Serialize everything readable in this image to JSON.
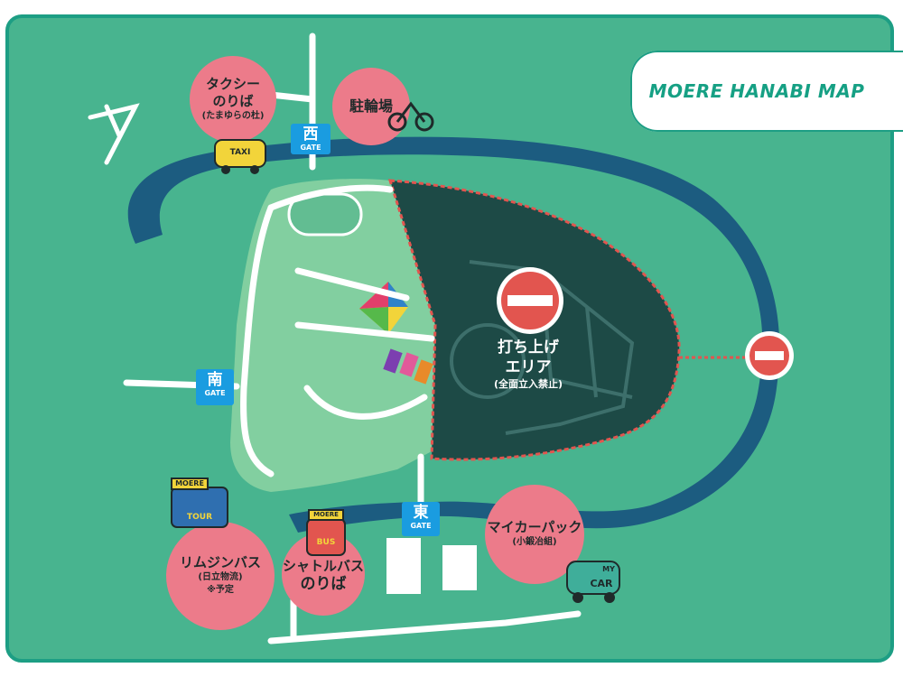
{
  "map": {
    "title": "MOERE HANABI MAP",
    "gates": {
      "west": {
        "kanji": "西",
        "en": "GATE"
      },
      "south": {
        "kanji": "南",
        "en": "GATE"
      },
      "east": {
        "kanji": "東",
        "en": "GATE"
      }
    },
    "launch_area": {
      "line1": "打ち上げ",
      "line2": "エリア",
      "note": "(全面立入禁止)"
    },
    "bubbles": {
      "taxi": {
        "line1": "タクシー",
        "line2": "のりば",
        "sub": "(たまゆらの杜)"
      },
      "bicycle": {
        "line1": "駐輪場"
      },
      "limousine": {
        "line1": "リムジンバス",
        "sub": "(日立物流)",
        "note": "※予定"
      },
      "shuttle": {
        "line1": "シャトルバス",
        "line2": "のりば"
      },
      "parking": {
        "line1": "マイカーパック",
        "sub": "(小鍛冶組)"
      }
    },
    "signs": {
      "taxi_car": "TAXI",
      "tour_bus_top": "MOERE",
      "tour_bus_side": "TOUR",
      "shuttle_top": "MOERE",
      "shuttle_side": "BUS",
      "car_top": "MY",
      "car_side": "CAR"
    },
    "colors": {
      "frame": "#1d9e84",
      "ground": "#48b48f",
      "park": "#82cfa0",
      "river": "#1c5c80",
      "launch": "#1d4a46",
      "bubble": "#ec7b8a",
      "gate": "#1a9ce0",
      "restricted": "#e2554f"
    }
  }
}
